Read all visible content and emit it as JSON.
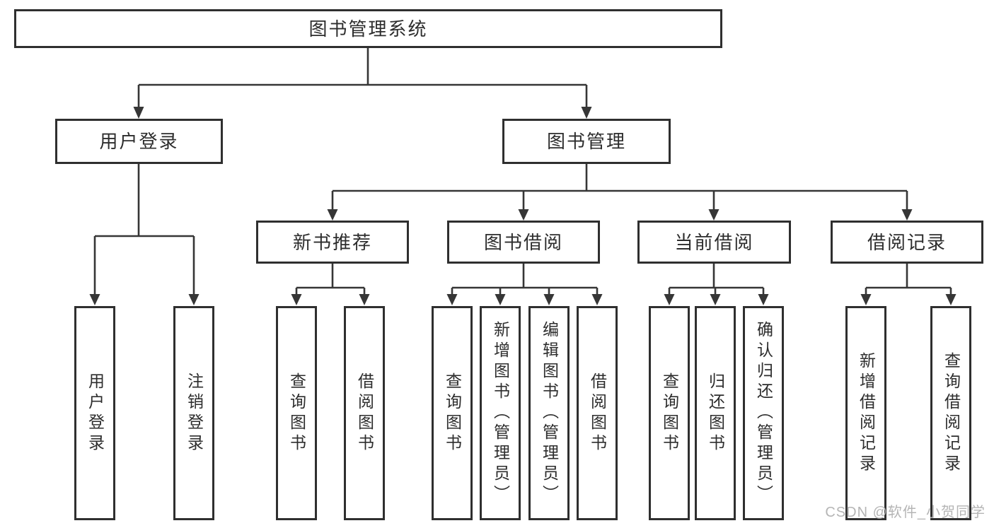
{
  "tree": {
    "label": "图书管理系统",
    "children": [
      {
        "label": "用户登录",
        "children": [
          {
            "label": "用户登录"
          },
          {
            "label": "注销登录"
          }
        ]
      },
      {
        "label": "图书管理",
        "children": [
          {
            "label": "新书推荐",
            "children": [
              {
                "label": "查询图书"
              },
              {
                "label": "借阅图书"
              }
            ]
          },
          {
            "label": "图书借阅",
            "children": [
              {
                "label": "查询图书"
              },
              {
                "label": "新增图书（管理员）"
              },
              {
                "label": "编辑图书（管理员）"
              },
              {
                "label": "借阅图书"
              }
            ]
          },
          {
            "label": "当前借阅",
            "children": [
              {
                "label": "查询图书"
              },
              {
                "label": "归还图书"
              },
              {
                "label": "确认归还（管理员）"
              }
            ]
          },
          {
            "label": "借阅记录",
            "children": [
              {
                "label": "新增借阅记录"
              },
              {
                "label": "查询借阅记录"
              }
            ]
          }
        ]
      }
    ]
  },
  "watermark": {
    "text": "CSDN @软件_小贺同学"
  },
  "colors": {
    "line": "#363636",
    "border": "#2f2f2f",
    "text": "#2d2d2d",
    "background": "#ffffff",
    "watermark": "#b5b5b5"
  }
}
